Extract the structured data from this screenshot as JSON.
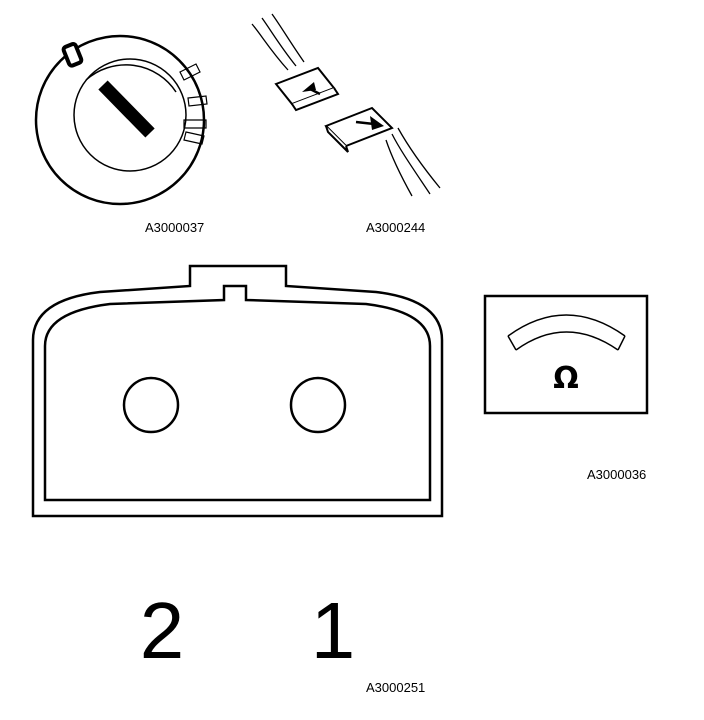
{
  "figures": {
    "ignition_switch": {
      "id": "A3000037"
    },
    "connector_disconnect": {
      "id": "A3000244"
    },
    "ohmmeter": {
      "id": "A3000036",
      "symbol": "Ω"
    },
    "connector_face": {
      "id": "A3000251",
      "pins": [
        "2",
        "1"
      ]
    }
  }
}
